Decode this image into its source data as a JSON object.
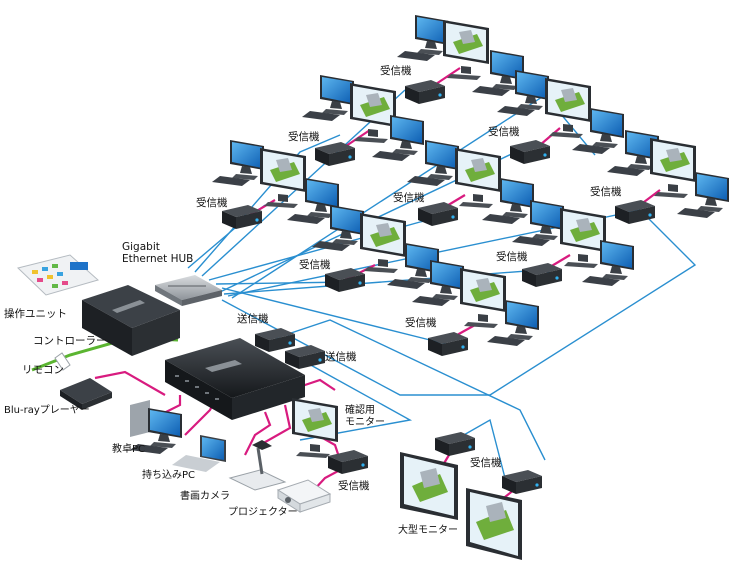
{
  "labels": {
    "receiver": "受信機",
    "transmitter": "送信機",
    "hub": "Gigabit\nEthernet HUB",
    "control_unit": "操作ユニット",
    "controller": "コントローラー",
    "remote": "リモコン",
    "bluray": "Blu-rayプレーヤー",
    "teacher_pc": "教卓PC",
    "bring_pc": "持ち込みPC",
    "doc_camera": "書画カメラ",
    "projector": "プロジェクター",
    "check_monitor": "確認用\nモニター",
    "large_monitor": "大型モニター"
  },
  "colors": {
    "hdmi_link": "#d81b7f",
    "lan_link": "#2a8fd0",
    "control_link": "#5bb531",
    "device_dark": "#2b2f33",
    "screen_blue": "#1e73c9"
  }
}
